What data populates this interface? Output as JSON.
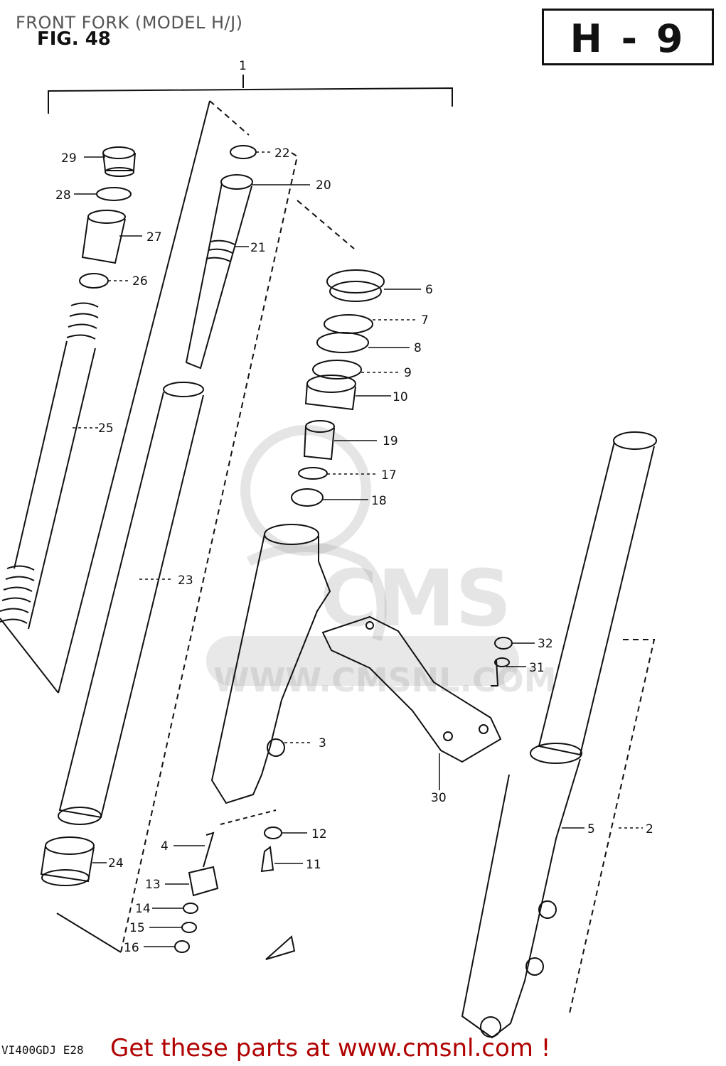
{
  "header": {
    "title": "FRONT FORK (MODEL H/J)",
    "figure": "FIG. 48",
    "section_code": "H - 9"
  },
  "watermark": {
    "text": "WWW.CMSNL.COM",
    "logo": "CMS"
  },
  "parts": [
    "1",
    "2",
    "3",
    "4",
    "5",
    "6",
    "7",
    "8",
    "9",
    "10",
    "11",
    "12",
    "13",
    "14",
    "15",
    "16",
    "17",
    "18",
    "19",
    "20",
    "21",
    "22",
    "23",
    "24",
    "25",
    "26",
    "27",
    "28",
    "29",
    "30",
    "31",
    "32"
  ],
  "footer": {
    "model_code": "VI400GDJ E28",
    "cta": "Get these parts at www.cmsnl.com !"
  },
  "colors": {
    "line": "#111111",
    "cta": "#b00000",
    "watermark": "#a0a0a0"
  }
}
